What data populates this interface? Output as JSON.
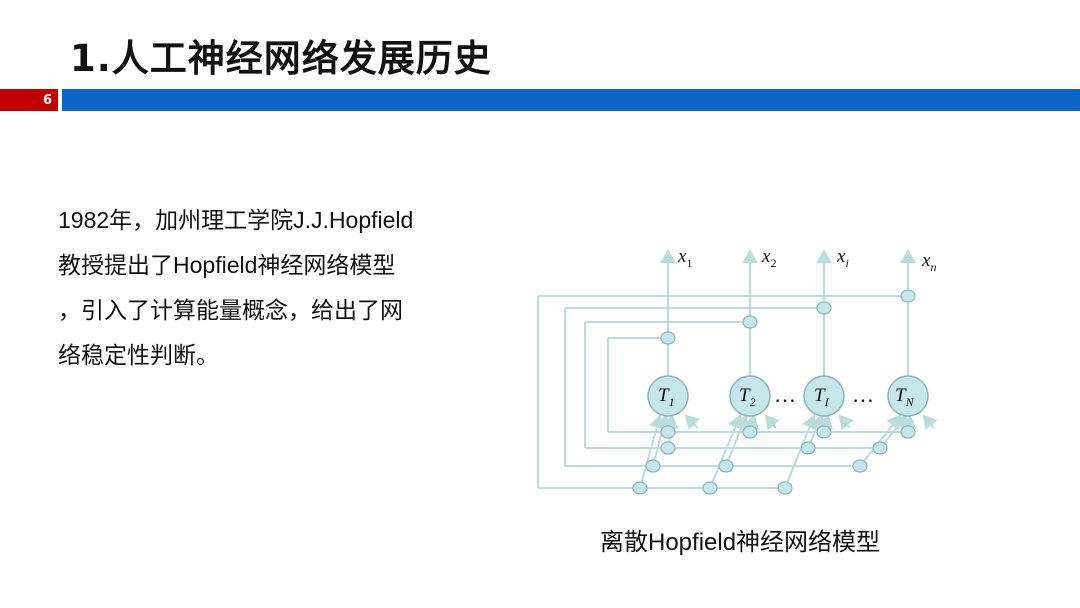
{
  "header": {
    "title": "1.人工神经网络发展历史",
    "page_number": "6",
    "accent_color": "#c00000",
    "bar_color": "#0c64c4"
  },
  "body": {
    "lines": [
      "1982年，加州理工学院J.J.Hopfield",
      "教授提出了Hopfield神经网络模型",
      "，引入了计算能量概念，给出了网",
      "络稳定性判断。"
    ]
  },
  "figure": {
    "caption": "离散Hopfield神经网络模型",
    "outputs": [
      "x1",
      "x2",
      "xi",
      "xn"
    ],
    "neurons": [
      "T1",
      "T2",
      "TI",
      "TN"
    ],
    "line_color": "#bcdcdc",
    "node_color": "#c5e6ea"
  }
}
